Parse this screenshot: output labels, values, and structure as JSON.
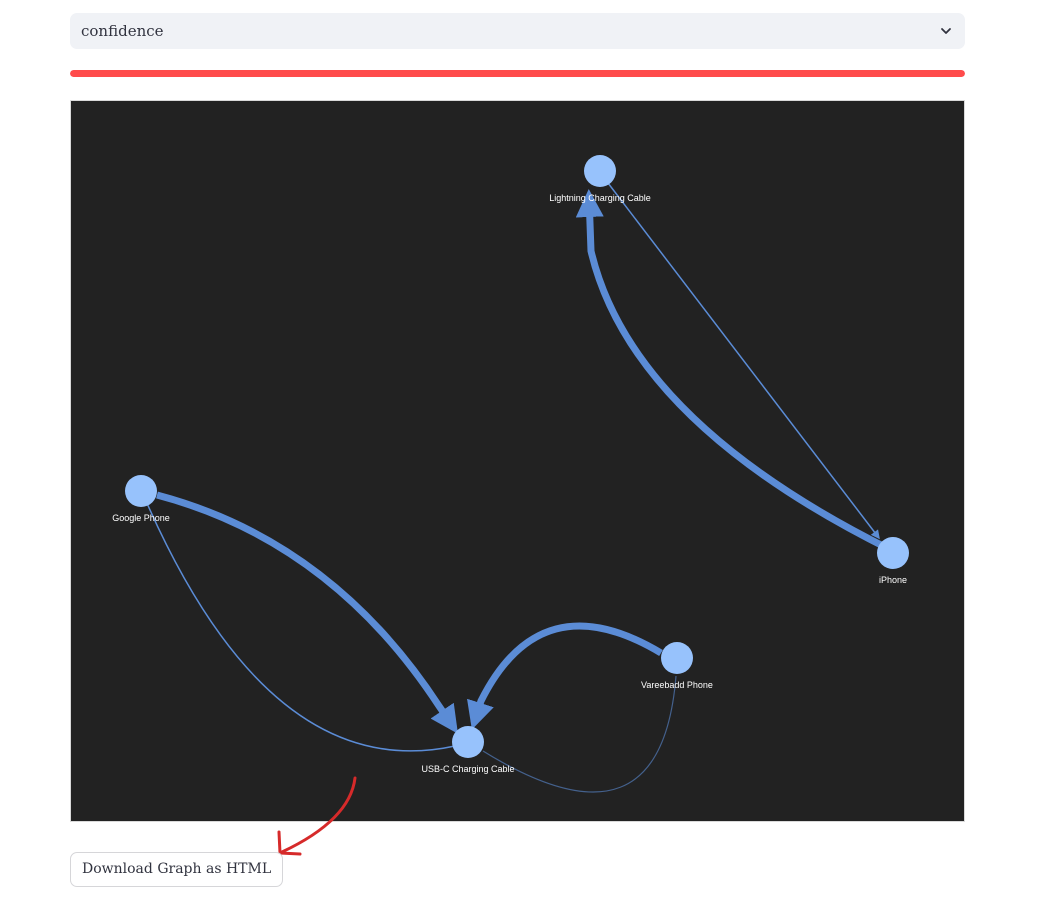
{
  "select": {
    "value": "confidence"
  },
  "progress": {
    "value": 1.0,
    "color": "#ff4b4b"
  },
  "graph": {
    "node_color": "#97c2fc",
    "edge_color": "#5b8cd6",
    "nodes": [
      {
        "id": "lightning",
        "label": "Lightning Charging Cable"
      },
      {
        "id": "iphone",
        "label": "iPhone"
      },
      {
        "id": "google",
        "label": "Google Phone"
      },
      {
        "id": "vareebadd",
        "label": "Vareebadd Phone"
      },
      {
        "id": "usbc",
        "label": "USB-C Charging Cable"
      }
    ],
    "edges": [
      {
        "from": "iphone",
        "to": "lightning",
        "weight": "strong"
      },
      {
        "from": "lightning",
        "to": "iphone",
        "weight": "weak"
      },
      {
        "from": "google",
        "to": "usbc",
        "weight": "strong"
      },
      {
        "from": "usbc",
        "to": "google",
        "weight": "weak"
      },
      {
        "from": "vareebadd",
        "to": "usbc",
        "weight": "strong"
      },
      {
        "from": "usbc",
        "to": "vareebadd",
        "weight": "weak"
      }
    ]
  },
  "annotation": {
    "color": "#d62a2a"
  },
  "download": {
    "label": "Download Graph as HTML"
  }
}
